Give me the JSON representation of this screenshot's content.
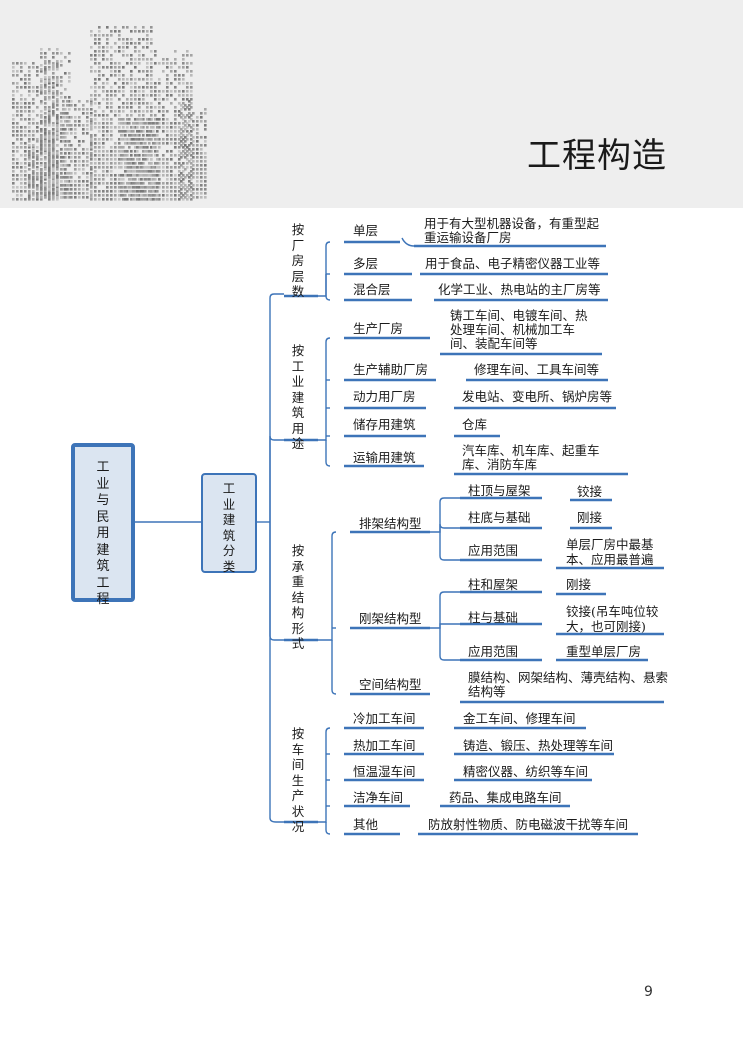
{
  "header": {
    "title": "工程构造"
  },
  "page_number": "9",
  "mindmap": {
    "root": "工业与民用建筑工程",
    "category": "工业建筑分类",
    "groups": [
      {
        "label": "按厂房层数",
        "items": [
          {
            "label": "单层",
            "desc": "用于有大型机器设备，有重型起重运输设备厂房"
          },
          {
            "label": "多层",
            "desc": "用于食品、电子精密仪器工业等"
          },
          {
            "label": "混合层",
            "desc": "化学工业、热电站的主厂房等"
          }
        ]
      },
      {
        "label": "按工业建筑用途",
        "items": [
          {
            "label": "生产厂房",
            "desc": "铸工车间、电镀车间、热处理车间、机械加工车间、装配车间等"
          },
          {
            "label": "生产辅助厂房",
            "desc": "修理车间、工具车间等"
          },
          {
            "label": "动力用厂房",
            "desc": "发电站、变电所、锅炉房等"
          },
          {
            "label": "储存用建筑",
            "desc": "仓库"
          },
          {
            "label": "运输用建筑",
            "desc": "汽车库、机车库、起重车库、消防车库"
          }
        ]
      },
      {
        "label": "按承重结构形式",
        "items": [
          {
            "label": "排架结构型",
            "sub": [
              {
                "label": "柱顶与屋架",
                "desc": "铰接"
              },
              {
                "label": "柱底与基础",
                "desc": "刚接"
              },
              {
                "label": "应用范围",
                "desc": "单层厂房中最基本、应用最普遍"
              }
            ]
          },
          {
            "label": "刚架结构型",
            "sub": [
              {
                "label": "柱和屋架",
                "desc": "刚接"
              },
              {
                "label": "柱与基础",
                "desc": "铰接(吊车吨位较大，也可刚接)"
              },
              {
                "label": "应用范围",
                "desc": "重型单层厂房"
              }
            ]
          },
          {
            "label": "空间结构型",
            "desc": "膜结构、网架结构、薄壳结构、悬索结构等"
          }
        ]
      },
      {
        "label": "按车间生产状况",
        "items": [
          {
            "label": "冷加工车间",
            "desc": "金工车间、修理车间"
          },
          {
            "label": "热加工车间",
            "desc": "铸造、锻压、热处理等车间"
          },
          {
            "label": "恒温湿车间",
            "desc": "精密仪器、纺织等车间"
          },
          {
            "label": "洁净车间",
            "desc": "药品、集成电路车间"
          },
          {
            "label": "其他",
            "desc": "防放射性物质、防电磁波干扰等车间"
          }
        ]
      }
    ]
  },
  "colors": {
    "accent": "#3d74b8",
    "box_fill": "#dbe5f1",
    "header_bg": "#eeeeee"
  }
}
